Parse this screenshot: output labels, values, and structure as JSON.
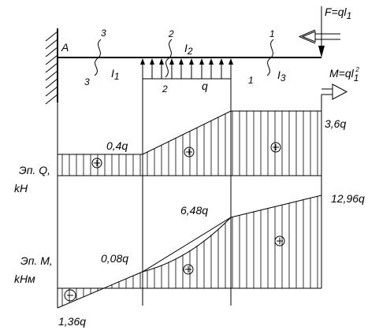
{
  "beam": {
    "support_label": "A",
    "section_marks": [
      "3",
      "3",
      "2",
      "2",
      "1",
      "1"
    ],
    "segment_labels": [
      "I",
      "I",
      "I"
    ],
    "segment_subscripts": [
      "1",
      "2",
      "3"
    ],
    "load_q_label": "q",
    "force_label": "F=ql",
    "force_sub": "1",
    "moment_label": "M=ql",
    "moment_sub": "1",
    "moment_sup": "2"
  },
  "shear_diagram": {
    "title_line1": "Эп. Q,",
    "title_line2": "kH",
    "sign": "+",
    "values": [
      {
        "label": "0,4q",
        "value": 0.4
      },
      {
        "label": "3,6q",
        "value": 3.6
      }
    ]
  },
  "moment_diagram": {
    "title_line1": "Эп. M,",
    "title_line2": "kHм",
    "sign_negative": "−",
    "sign_positive": "+",
    "values": [
      {
        "label": "1,36q",
        "value": -1.36
      },
      {
        "label": "0,08q",
        "value": 0.08
      },
      {
        "label": "6,48q",
        "value": 6.48
      },
      {
        "label": "12,96q",
        "value": 12.96
      }
    ]
  }
}
